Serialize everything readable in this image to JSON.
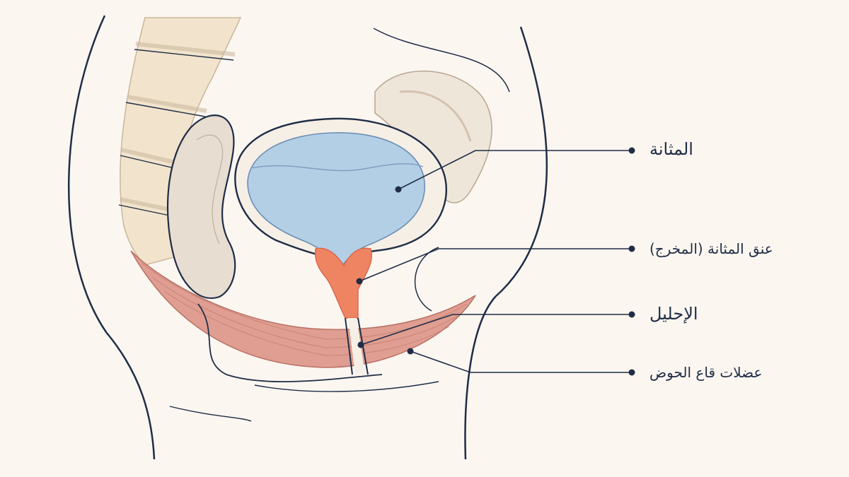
{
  "labels": {
    "bladder": "المثانة",
    "bladder_neck": "عنق المثانة (المخرج)",
    "urethra": "الإحليل",
    "pelvic_floor": "عضلات قاع الحوض"
  },
  "colors": {
    "background": "#fbf6f0",
    "outline": "#1f2d46",
    "bladder_fill": "#b3cfe6",
    "bladder_neck": "#ee8461",
    "pelvic_muscle": "#df9e91",
    "spine_bone": "#f2e4cc",
    "organ_beige": "#e8ddd1"
  }
}
